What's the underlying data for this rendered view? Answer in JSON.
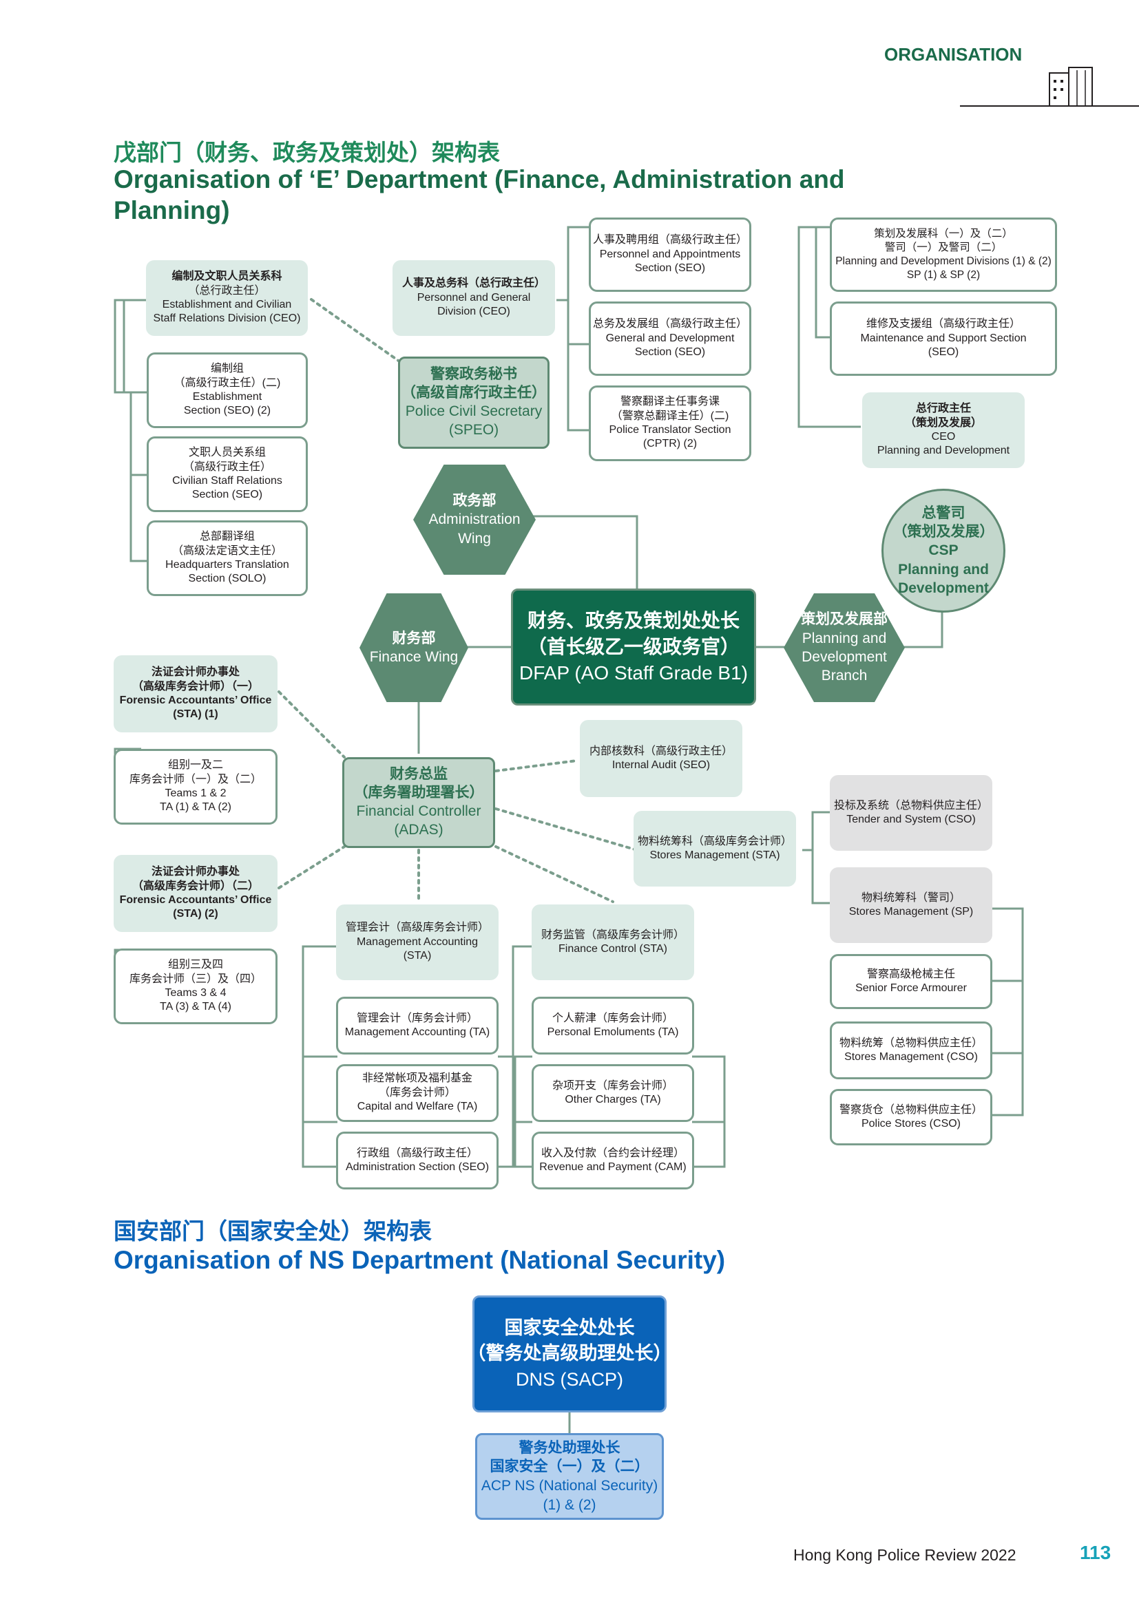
{
  "header": {
    "section": "ORGANISATION"
  },
  "footer": {
    "publication": "Hong Kong Police Review 2022",
    "page_number": "113"
  },
  "e_dept": {
    "title_zh": "戊部门（财务、政务及策划处）架构表",
    "title_en_1": "Organisation of ‘E’ Department (Finance, Administration and",
    "title_en_2": "Planning)",
    "dfap": {
      "l1": "财务、政务及策划处处长",
      "l2": "（首长级乙一级政务官）",
      "l3": "DFAP (AO Staff Grade B1)"
    },
    "admin_wing": {
      "l1": "政务部",
      "l2": "Administration",
      "l3": "Wing"
    },
    "finance_wing": {
      "l1": "财务部",
      "l2": "Finance Wing"
    },
    "pd_branch": {
      "l1": "策划及发展部",
      "l2": "Planning and",
      "l3": "Development",
      "l4": "Branch"
    },
    "speo": {
      "l1": "警察政务秘书",
      "l2": "（高级首席行政主任）",
      "l3": "Police Civil Secretary",
      "l4": "(SPEO)"
    },
    "establishment_div": {
      "l1": "编制及文职人员关系科",
      "l2": "（总行政主任）",
      "l3": "Establishment and Civilian",
      "l4": "Staff Relations Division (CEO)"
    },
    "establishment_sec": {
      "l1": "编制组",
      "l2": "（高级行政主任）(二)",
      "l3": "Establishment",
      "l4": "Section (SEO) (2)"
    },
    "civilian_staff_sec": {
      "l1": "文职人员关系组",
      "l2": "（高级行政主任）",
      "l3": "Civilian Staff Relations",
      "l4": "Section (SEO)"
    },
    "hq_translation_sec": {
      "l1": "总部翻译组",
      "l2": "（高级法定语文主任）",
      "l3": "Headquarters Translation",
      "l4": "Section (SOLO)"
    },
    "pg_div": {
      "l1": "人事及总务科（总行政主任）",
      "l2": "Personnel and General",
      "l3": "Division (CEO)"
    },
    "personnel_appt_sec": {
      "l1": "人事及聘用组（高级行政主任）",
      "l2": "Personnel and Appointments",
      "l3": "Section (SEO)"
    },
    "general_dev_sec": {
      "l1": "总务及发展组（高级行政主任）",
      "l2": "General and Development",
      "l3": "Section (SEO)"
    },
    "translator_sec": {
      "l1": "警察翻译主任事务课",
      "l2": "（警察总翻译主任）(二)",
      "l3": "Police Translator Section",
      "l4": "(CPTR) (2)"
    },
    "pd_divisions": {
      "l1": "策划及发展科（一）及（二）",
      "l2": "警司（一）及警司（二）",
      "l3": "Planning and Development Divisions (1) & (2)",
      "l4": "SP (1) & SP (2)"
    },
    "maintenance_sec": {
      "l1": "维修及支援组（高级行政主任）",
      "l2": "Maintenance and Support Section",
      "l3": "(SEO)"
    },
    "ceo_pd": {
      "l1": "总行政主任",
      "l2": "（策划及发展）",
      "l3": "CEO",
      "l4": "Planning and Development"
    },
    "csp_pd": {
      "l1": "总警司",
      "l2": "（策划及发展）",
      "l3": "CSP",
      "l4": "Planning and",
      "l5": "Development"
    },
    "fao1": {
      "l1": "法证会计师办事处",
      "l2": "（高级库务会计师）（一）",
      "l3": "Forensic Accountants’ Office",
      "l4": "(STA) (1)"
    },
    "teams12": {
      "l1": "组别一及二",
      "l2": "库务会计师（一）及（二）",
      "l3": "Teams 1 & 2",
      "l4": "TA (1) & TA (2)"
    },
    "fao2": {
      "l1": "法证会计师办事处",
      "l2": "（高级库务会计师）（二）",
      "l3": "Forensic Accountants’ Office",
      "l4": "(STA) (2)"
    },
    "teams34": {
      "l1": "组别三及四",
      "l2": "库务会计师（三）及（四）",
      "l3": "Teams 3 & 4",
      "l4": "TA (3) & TA (4)"
    },
    "fc": {
      "l1": "财务总监",
      "l2": "（库务署助理署长）",
      "l3": "Financial Controller",
      "l4": "(ADAS)"
    },
    "internal_audit": {
      "l1": "内部核数科（高级行政主任）",
      "l2": "Internal Audit (SEO)"
    },
    "stores_sta": {
      "l1": "物料统筹科（高级库务会计师）",
      "l2": "Stores Management (STA)"
    },
    "tender_system": {
      "l1": "投标及系统（总物料供应主任）",
      "l2": "Tender and System (CSO)"
    },
    "stores_sp": {
      "l1": "物料统筹科（警司）",
      "l2": "Stores Management (SP)"
    },
    "armourer": {
      "l1": "警察高级枪械主任",
      "l2": "Senior Force Armourer"
    },
    "stores_cso": {
      "l1": "物料统筹（总物料供应主任）",
      "l2": "Stores Management (CSO)"
    },
    "police_stores": {
      "l1": "警察货仓（总物料供应主任）",
      "l2": "Police Stores (CSO)"
    },
    "mgmt_acct": {
      "l1": "管理会计（高级库务会计师）",
      "l2": "Management Accounting",
      "l3": "(STA)"
    },
    "mgmt_acct_ta": {
      "l1": "管理会计（库务会计师）",
      "l2": "Management Accounting (TA)"
    },
    "capital_welfare": {
      "l1": "非经常帐项及福利基金",
      "l2": "（库务会计师）",
      "l3": "Capital and Welfare (TA)"
    },
    "admin_section": {
      "l1": "行政组（高级行政主任）",
      "l2": "Administration Section (SEO)"
    },
    "finance_control": {
      "l1": "财务监管（高级库务会计师）",
      "l2": "Finance Control (STA)"
    },
    "personal_emol": {
      "l1": "个人薪津（库务会计师）",
      "l2": "Personal Emoluments (TA)"
    },
    "other_charges": {
      "l1": "杂项开支（库务会计师）",
      "l2": "Other Charges (TA)"
    },
    "revenue_payment": {
      "l1": "收入及付款（合约会计经理）",
      "l2": "Revenue and Payment (CAM)"
    }
  },
  "ns_dept": {
    "title_zh": "国安部门（国家安全处）架构表",
    "title_en": "Organisation of NS Department (National Security)",
    "dns": {
      "l1": "国家安全处处长",
      "l2": "（警务处高级助理处长）",
      "l3": "DNS (SACP)"
    },
    "acp": {
      "l1": "警务处助理处长",
      "l2": "国家安全（一）及（二）",
      "l3": "ACP NS (National Security)",
      "l4": "(1) & (2)"
    }
  },
  "colors": {
    "dark_green": "#0f6a4c",
    "hex_green": "#5c8a72",
    "light_green": "#dcebe6",
    "outline_green": "#7b9e8d",
    "ns_blue": "#0a63b8",
    "ns_light_blue": "#b5d1ef",
    "title_teal": "#17a2b8"
  }
}
